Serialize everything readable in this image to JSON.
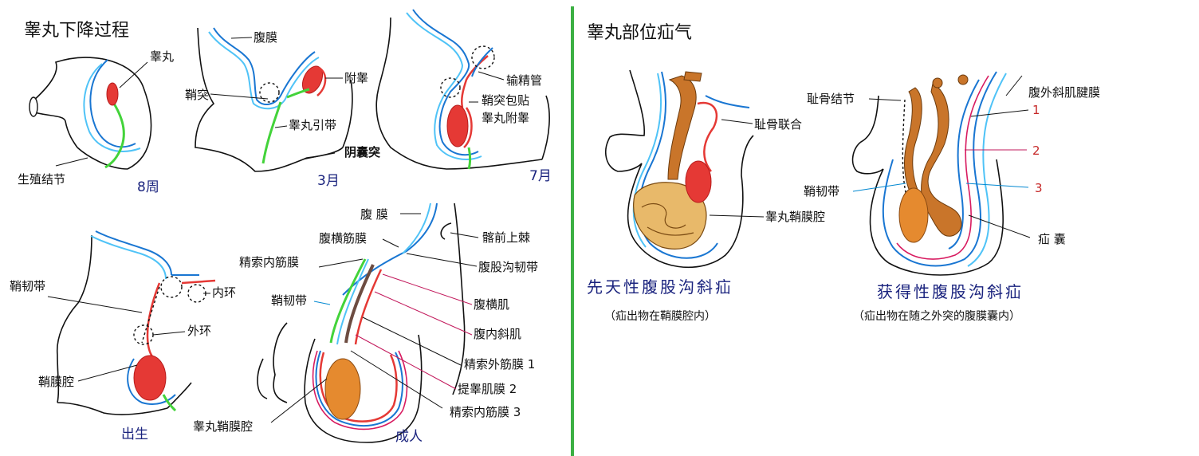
{
  "left_panel": {
    "title": "睾丸下降过程",
    "p8w": {
      "stage": "8周",
      "testis": "睾丸",
      "gub": "生殖结节"
    },
    "p3m": {
      "stage": "3月",
      "peritoneum": "腹膜",
      "epididymis": "附睾",
      "process": "鞘突",
      "gubernaculum": "睾丸引带",
      "scrotal": "阴囊突"
    },
    "p7m": {
      "stage": "7月",
      "vas": "输精管",
      "wrap1": "鞘突包贴",
      "wrap2": "睾丸附睾"
    },
    "birth": {
      "stage": "出生",
      "lig": "鞘韧带",
      "inner": "内环",
      "outer": "外环",
      "cavity": "鞘膜腔"
    },
    "adult": {
      "stage": "成人",
      "peritoneum": "腹 膜",
      "asis": "髂前上棘",
      "tf": "腹横筋膜",
      "inguinal": "腹股沟韧带",
      "ispf": "精索内筋膜",
      "lig": "鞘韧带",
      "ta": "腹横肌",
      "io": "腹内斜肌",
      "espf": "精索外筋膜 1",
      "crem": "提睾肌膜 2",
      "ispf3": "精索内筋膜  3",
      "cavity": "睾丸鞘膜腔"
    }
  },
  "right_panel": {
    "title": "睾丸部位疝气",
    "congenital": {
      "pubic": "耻骨联合",
      "cavity": "睾丸鞘膜腔",
      "caption": "先天性腹股沟斜疝",
      "sub": "（疝出物在鞘膜腔内）"
    },
    "acquired": {
      "eoa": "腹外斜肌腱膜",
      "pt": "耻骨结节",
      "lig": "鞘韧带",
      "sac": "疝 囊",
      "n1": "1",
      "n2": "2",
      "n3": "3",
      "caption": "获得性腹股沟斜疝",
      "sub": "（疝出物在随之外突的腹膜囊内）"
    }
  },
  "colors": {
    "divider": "#3cb043",
    "peritoneum": "#1976d2",
    "testis": "#e53935",
    "gubernaculum": "#43d33a"
  }
}
